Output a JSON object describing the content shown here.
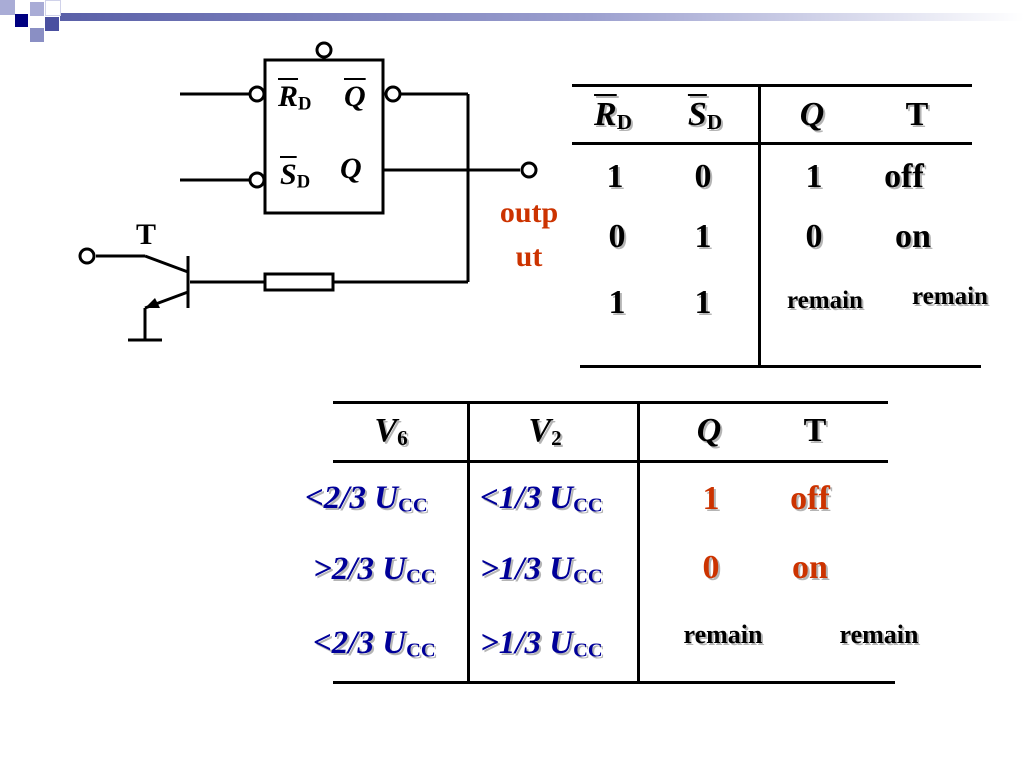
{
  "colors": {
    "band": "#8a8fc4",
    "square_dark": "#000080",
    "square_light": "#a9acd6",
    "blue_text": "#000099",
    "red_text": "#cc3300"
  },
  "circuit": {
    "pin_rd": "R",
    "pin_rd_sub": "D",
    "pin_sd": "S",
    "pin_sd_sub": "D",
    "pin_qbar": "Q",
    "pin_q": "Q",
    "transistor_label": "T",
    "output_line1": "outp",
    "output_line2": "ut"
  },
  "table1": {
    "headers": {
      "rd": "R",
      "rd_sub": "D",
      "sd": "S",
      "sd_sub": "D",
      "q": "Q",
      "t": "T"
    },
    "rows": [
      {
        "rd": "1",
        "sd": "0",
        "q": "1",
        "t": "off"
      },
      {
        "rd": "0",
        "sd": "1",
        "q": "0",
        "t": "on"
      },
      {
        "rd": "1",
        "sd": "1",
        "q": "remain",
        "t": "remain"
      }
    ]
  },
  "table2": {
    "headers": {
      "v6": "V",
      "v6_sub": "6",
      "v2": "V",
      "v2_sub": "2",
      "q": "Q",
      "t": "T"
    },
    "rows": [
      {
        "v6": "<2/3 U",
        "v6_sub": "CC",
        "v2": "<1/3 U",
        "v2_sub": "CC",
        "q": "1",
        "t": "off"
      },
      {
        "v6": ">2/3 U",
        "v6_sub": "CC",
        "v2": ">1/3 U",
        "v2_sub": "CC",
        "q": "0",
        "t": "on"
      },
      {
        "v6": "<2/3 U",
        "v6_sub": "CC",
        "v2": ">1/3 U",
        "v2_sub": "CC",
        "q": "remain",
        "t": "remain"
      }
    ]
  }
}
